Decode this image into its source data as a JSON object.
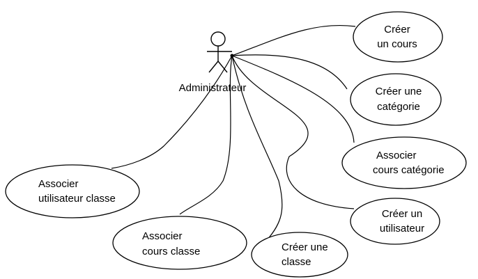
{
  "actor": {
    "label": "Administrateur",
    "icon": "stick-figure-icon"
  },
  "use_cases": [
    {
      "id": "creer-cours",
      "lines": [
        "Créer",
        "un cours"
      ]
    },
    {
      "id": "creer-categorie",
      "lines": [
        "Créer une",
        "catégorie"
      ]
    },
    {
      "id": "associer-cours-categorie",
      "lines": [
        "Associer",
        "cours catégorie"
      ]
    },
    {
      "id": "creer-utilisateur",
      "lines": [
        "Créer un",
        "utilisateur"
      ]
    },
    {
      "id": "creer-classe",
      "lines": [
        "Créer une",
        "classe"
      ]
    },
    {
      "id": "associer-cours-classe",
      "lines": [
        "Associer",
        "cours classe"
      ]
    },
    {
      "id": "associer-utilisateur-classe",
      "lines": [
        "Associer",
        "utilisateur classe"
      ]
    }
  ]
}
